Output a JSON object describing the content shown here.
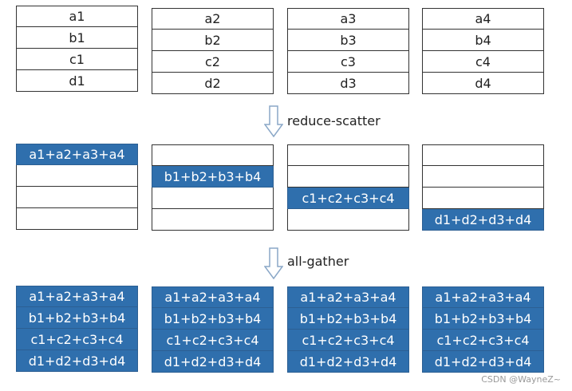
{
  "colors": {
    "highlight": "#2f6fad",
    "cell_border": "#333333",
    "arrow": "#8aa7c7"
  },
  "step1": {
    "label": "reduce-scatter",
    "arrow_icon": "down-arrow-icon"
  },
  "step2": {
    "label": "all-gather",
    "arrow_icon": "down-arrow-icon"
  },
  "initial": [
    [
      "a1",
      "b1",
      "c1",
      "d1"
    ],
    [
      "a2",
      "b2",
      "c2",
      "d2"
    ],
    [
      "a3",
      "b3",
      "c3",
      "d3"
    ],
    [
      "a4",
      "b4",
      "c4",
      "d4"
    ]
  ],
  "after_reduce_scatter": [
    [
      "a1+a2+a3+a4",
      "",
      "",
      ""
    ],
    [
      "",
      "b1+b2+b3+b4",
      "",
      ""
    ],
    [
      "",
      "",
      "c1+c2+c3+c4",
      ""
    ],
    [
      "",
      "",
      "",
      "d1+d2+d3+d4"
    ]
  ],
  "after_all_gather": [
    [
      "a1+a2+a3+a4",
      "b1+b2+b3+b4",
      "c1+c2+c3+c4",
      "d1+d2+d3+d4"
    ],
    [
      "a1+a2+a3+a4",
      "b1+b2+b3+b4",
      "c1+c2+c3+c4",
      "d1+d2+d3+d4"
    ],
    [
      "a1+a2+a3+a4",
      "b1+b2+b3+b4",
      "c1+c2+c3+c4",
      "d1+d2+d3+d4"
    ],
    [
      "a1+a2+a3+a4",
      "b1+b2+b3+b4",
      "c1+c2+c3+c4",
      "d1+d2+d3+d4"
    ]
  ],
  "watermark": {
    "text": "CSDN @WayneZ~"
  }
}
